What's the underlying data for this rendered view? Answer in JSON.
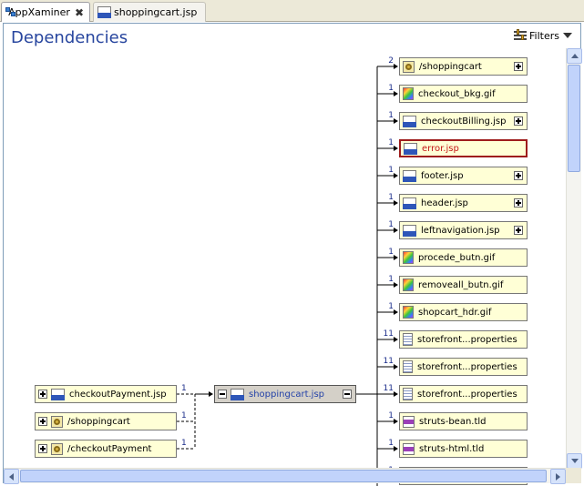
{
  "tabs": [
    {
      "label": "AppXaminer",
      "active": true,
      "icon": "appxaminer-icon",
      "close": "✖"
    },
    {
      "label": "shoppingcart.jsp",
      "active": false,
      "icon": "jsp-file-icon"
    }
  ],
  "view": {
    "title": "Dependencies",
    "filters_label": "Filters"
  },
  "focus_node": {
    "label": "shoppingcart.jsp",
    "icon": "jsp-file-icon"
  },
  "incoming": [
    {
      "label": "checkoutPayment.jsp",
      "icon": "jsp-file-icon",
      "count": "1"
    },
    {
      "label": "/shoppingcart",
      "icon": "action-mapping-icon",
      "count": "1"
    },
    {
      "label": "/checkoutPayment",
      "icon": "action-mapping-icon",
      "count": "1"
    }
  ],
  "outgoing": [
    {
      "label": "/shoppingcart",
      "icon": "action-mapping-icon",
      "count": "2",
      "expandable": true
    },
    {
      "label": "checkout_bkg.gif",
      "icon": "gif-image-icon",
      "count": "1",
      "expandable": false
    },
    {
      "label": "checkoutBilling.jsp",
      "icon": "jsp-file-icon",
      "count": "1",
      "expandable": true
    },
    {
      "label": "error.jsp",
      "icon": "jsp-file-icon",
      "count": "1",
      "expandable": false,
      "status": "error"
    },
    {
      "label": "footer.jsp",
      "icon": "jsp-file-icon",
      "count": "1",
      "expandable": true
    },
    {
      "label": "header.jsp",
      "icon": "jsp-file-icon",
      "count": "1",
      "expandable": true
    },
    {
      "label": "leftnavigation.jsp",
      "icon": "jsp-file-icon",
      "count": "1",
      "expandable": true
    },
    {
      "label": "procede_butn.gif",
      "icon": "gif-image-icon",
      "count": "1",
      "expandable": false
    },
    {
      "label": "removeall_butn.gif",
      "icon": "gif-image-icon",
      "count": "1",
      "expandable": false
    },
    {
      "label": "shopcart_hdr.gif",
      "icon": "gif-image-icon",
      "count": "1",
      "expandable": false
    },
    {
      "label": "storefront...properties",
      "icon": "properties-file-icon",
      "count": "11",
      "expandable": false
    },
    {
      "label": "storefront...properties",
      "icon": "properties-file-icon",
      "count": "11",
      "expandable": false
    },
    {
      "label": "storefront...properties",
      "icon": "properties-file-icon",
      "count": "11",
      "expandable": false
    },
    {
      "label": "struts-bean.tld",
      "icon": "tld-file-icon",
      "count": "1",
      "expandable": false
    },
    {
      "label": "struts-html.tld",
      "icon": "tld-file-icon",
      "count": "1",
      "expandable": false
    },
    {
      "label": "",
      "icon": "",
      "count": "1",
      "expandable": false
    }
  ],
  "colors": {
    "node_fill": "#ffffd6",
    "focus_fill": "#d4d0c8",
    "title": "#27459e",
    "error_border": "#9e1c1c"
  }
}
